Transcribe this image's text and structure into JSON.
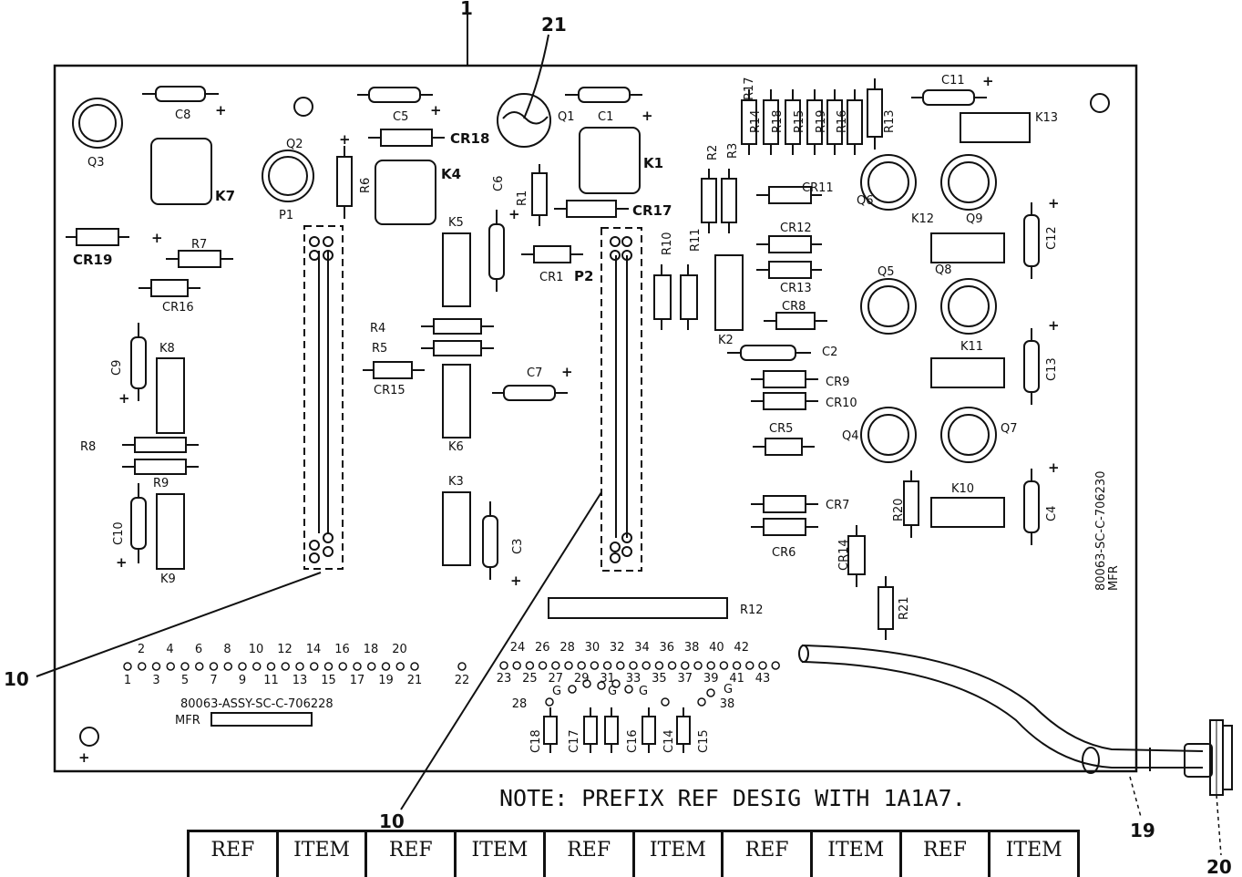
{
  "callouts": {
    "c1": "1",
    "c21": "21",
    "c10a": "10",
    "c10b": "10",
    "c19": "19",
    "c20": "20"
  },
  "components": {
    "Q3": "Q3",
    "C8": "C8",
    "C5": "C5",
    "CR18": "CR18",
    "Q1": "Q1",
    "C1": "C1",
    "R17": "R17",
    "R14": "R14",
    "R18": "R18",
    "R15": "R15",
    "R19": "R19",
    "R16": "R16",
    "R13": "R13",
    "C11": "C11",
    "K13": "K13",
    "Q2": "Q2",
    "K7": "K7",
    "P1": "P1",
    "R6": "R6",
    "K4": "K4",
    "C6": "C6",
    "R1": "R1",
    "K1": "K1",
    "CR17": "CR17",
    "R2": "R2",
    "R3": "R3",
    "CR11": "CR11",
    "CR12": "CR12",
    "Q6": "Q6",
    "K12": "K12",
    "Q9": "Q9",
    "C12": "C12",
    "CR19": "CR19",
    "R7": "R7",
    "CR16": "CR16",
    "K5": "K5",
    "CR1": "CR1",
    "P2": "P2",
    "R10": "R10",
    "R11": "R11",
    "CR13": "CR13",
    "Q8": "Q8",
    "Q5": "Q5",
    "CR8": "CR8",
    "K11": "K11",
    "C13": "C13",
    "C9": "C9",
    "K8": "K8",
    "R4": "R4",
    "R5": "R5",
    "CR15": "CR15",
    "C7": "C7",
    "K2": "K2",
    "C2": "C2",
    "CR9": "CR9",
    "CR10": "CR10",
    "R8": "R8",
    "R9": "R9",
    "K6": "K6",
    "CR5": "CR5",
    "Q4": "Q4",
    "Q7": "Q7",
    "C10": "C10",
    "K9": "K9",
    "K3": "K3",
    "C3": "C3",
    "CR7": "CR7",
    "CR6": "CR6",
    "R20": "R20",
    "K10": "K10",
    "C4": "C4",
    "CR14": "CR14",
    "R21": "R21",
    "R12": "R12",
    "C18": "C18",
    "C17": "C17",
    "C16": "C16",
    "C14": "C14",
    "C15": "C15"
  },
  "plus_sign": "+",
  "pin_g": "G",
  "part_number": "80063-SC-C-706230",
  "mfr": "MFR",
  "assy_number": "80063-ASSY-SC-C-706228",
  "pins_top_left": [
    "2",
    "4",
    "6",
    "8",
    "10",
    "12",
    "14",
    "16",
    "18",
    "20"
  ],
  "pins_bottom_left": [
    "1",
    "3",
    "5",
    "7",
    "9",
    "11",
    "13",
    "15",
    "17",
    "19",
    "21"
  ],
  "pin_22": "22",
  "pins_top_right": [
    "24",
    "26",
    "28",
    "30",
    "32",
    "34",
    "36",
    "38",
    "40",
    "42"
  ],
  "pins_bottom_right": [
    "23",
    "25",
    "27",
    "29",
    "31",
    "33",
    "35",
    "37",
    "39",
    "41",
    "43"
  ],
  "pin_28": "28",
  "pin_38": "38",
  "note": "NOTE: PREFIX REF DESIG WITH 1A1A7.",
  "table_headers": [
    "REF",
    "ITEM",
    "REF",
    "ITEM",
    "REF",
    "ITEM",
    "REF",
    "ITEM",
    "REF",
    "ITEM"
  ]
}
